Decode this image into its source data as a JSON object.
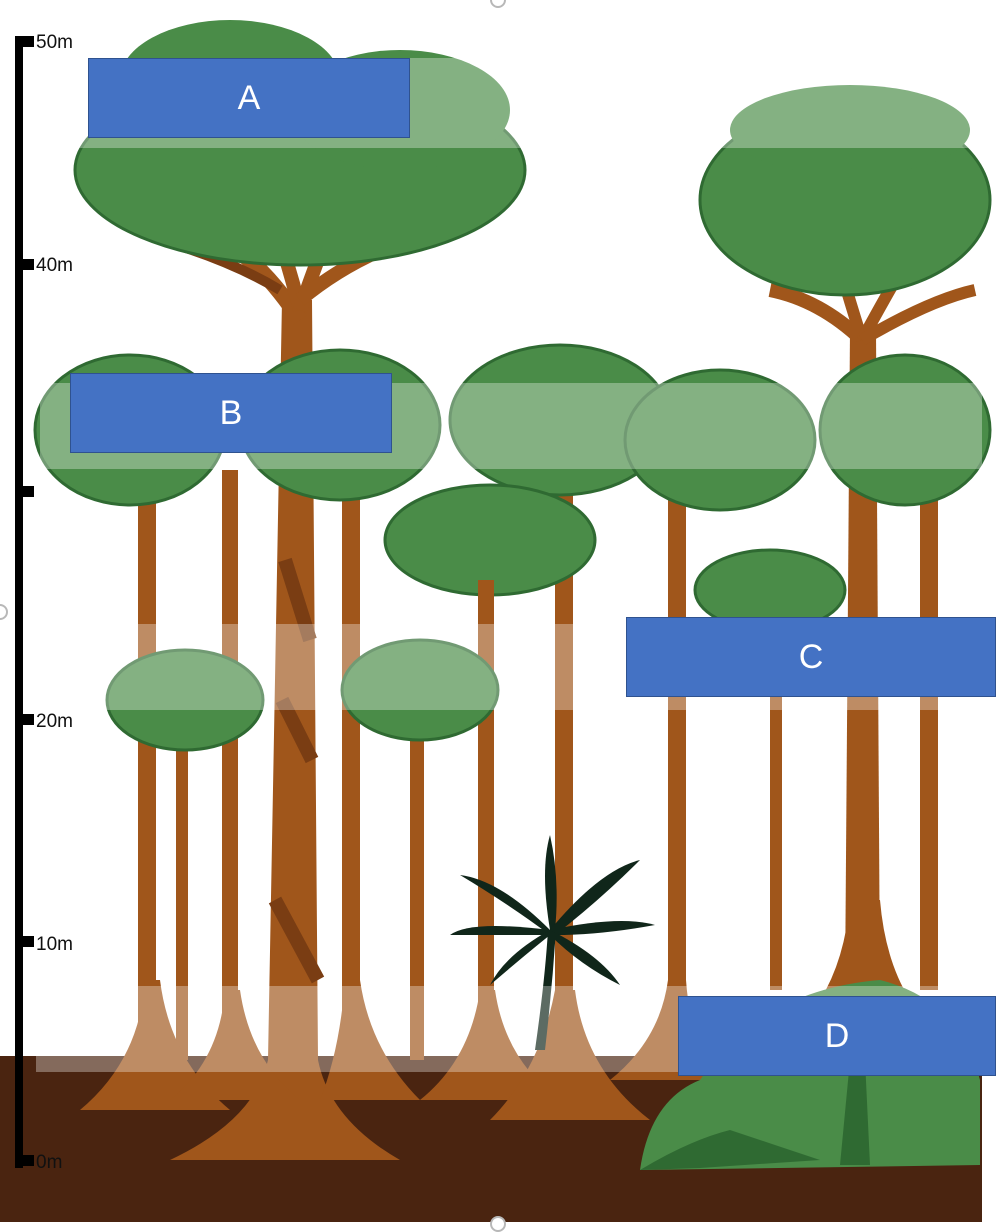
{
  "scale": {
    "ticks": [
      "50m",
      "40m",
      "20m",
      "10m",
      "0m"
    ]
  },
  "layers": {
    "a": "A",
    "b": "B",
    "c": "C",
    "d": "D"
  },
  "colors": {
    "label_fill": "#4472c4",
    "trunk": "#a0561b",
    "foliage": "#4a8c48",
    "soil": "#4a2410",
    "understory_palm": "#10261a"
  }
}
